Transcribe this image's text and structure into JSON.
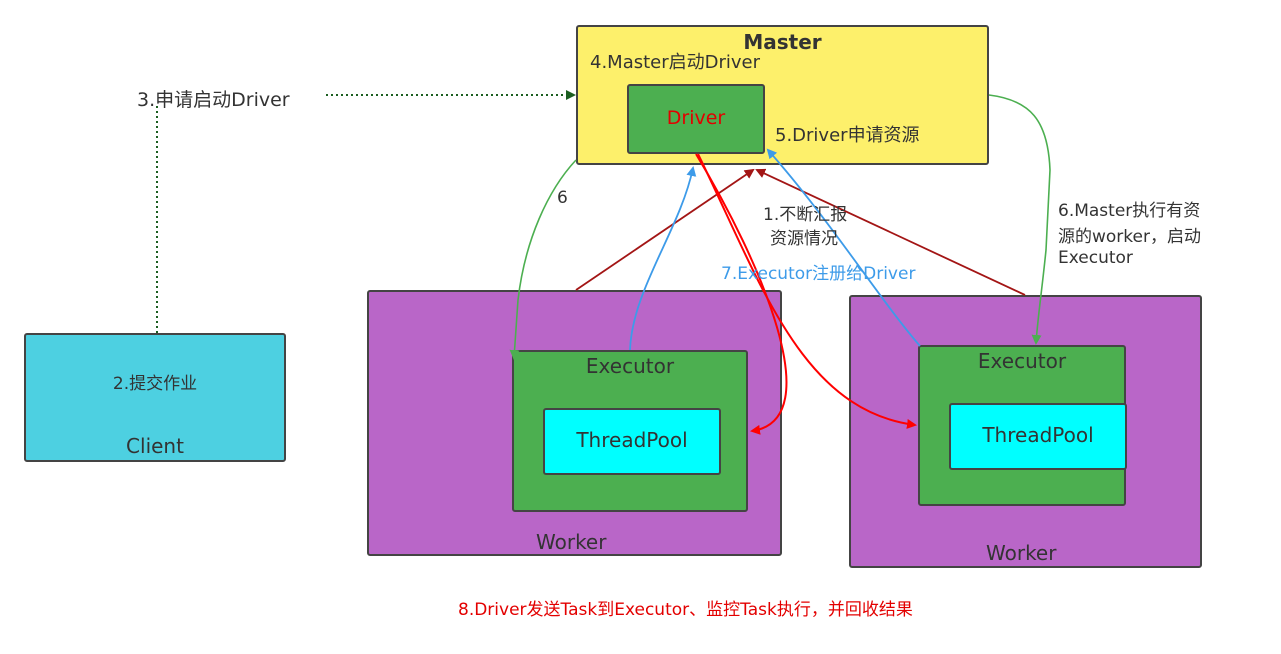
{
  "master": {
    "title": "Master",
    "subtitle": "4.Master启动Driver",
    "driver_label": "Driver",
    "request_resources": "5.Driver申请资源"
  },
  "client": {
    "title": "Client",
    "submit": "2.提交作业"
  },
  "workers": [
    {
      "label": "Worker",
      "executor": "Executor",
      "threadpool": "ThreadPool"
    },
    {
      "label": "Worker",
      "executor": "Executor",
      "threadpool": "ThreadPool"
    }
  ],
  "annotations": {
    "request_driver": "3.申请启动Driver",
    "step6": "6",
    "report_line1": "1.不断汇报",
    "report_line2": "资源情况",
    "executor_register": "7.Executor注册给Driver",
    "master_exec_line1": "6.Master执行有资",
    "master_exec_line2": "源的worker，启动",
    "master_exec_line3": "Executor",
    "send_tasks": "8.Driver发送Task到Executor、监控Task执行，并回收结果"
  },
  "colors": {
    "master_bg": "#fdf06b",
    "driver_bg": "#4caf50",
    "driver_text": "#e30000",
    "worker_bg": "#b966c8",
    "executor_bg": "#4caf50",
    "threadpool_bg": "#00ffff",
    "client_bg": "#4dd0e1",
    "arrow_green": "#4caf50",
    "arrow_dark_green": "#1b5e20",
    "arrow_dark_red": "#a31515",
    "arrow_blue": "#3d9be9",
    "arrow_red": "#ff0000"
  }
}
